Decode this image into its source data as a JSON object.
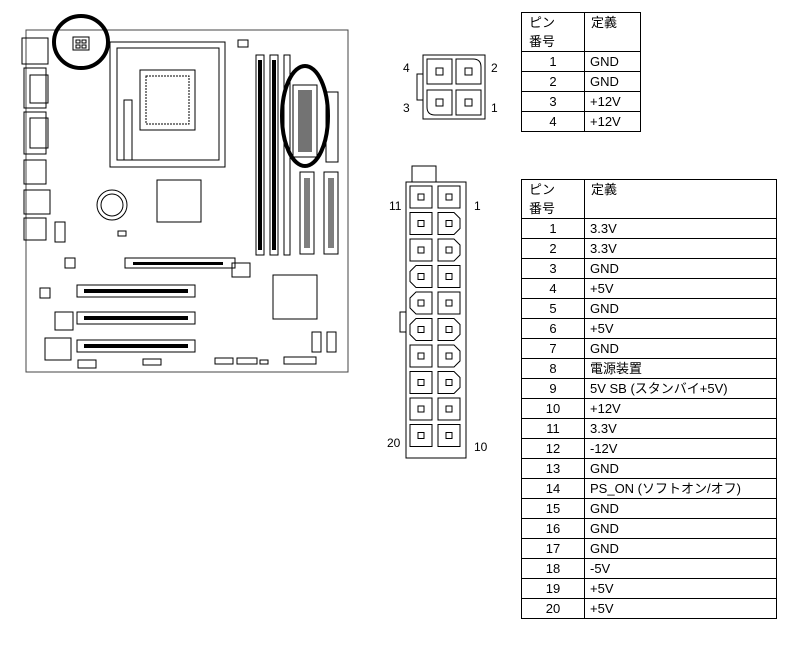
{
  "small_table": {
    "header_pin_line1": "ピン",
    "header_pin_line2": "番号",
    "header_def": "定義",
    "rows": [
      {
        "pin": "1",
        "def": "GND"
      },
      {
        "pin": "2",
        "def": "GND"
      },
      {
        "pin": "3",
        "def": "+12V"
      },
      {
        "pin": "4",
        "def": "+12V"
      }
    ]
  },
  "big_table": {
    "header_pin_line1": "ピン",
    "header_pin_line2": "番号",
    "header_def": "定義",
    "rows": [
      {
        "pin": "1",
        "def": "3.3V"
      },
      {
        "pin": "2",
        "def": "3.3V"
      },
      {
        "pin": "3",
        "def": "GND"
      },
      {
        "pin": "4",
        "def": "+5V"
      },
      {
        "pin": "5",
        "def": "GND"
      },
      {
        "pin": "6",
        "def": "+5V"
      },
      {
        "pin": "7",
        "def": "GND"
      },
      {
        "pin": "8",
        "def": "電源装置"
      },
      {
        "pin": "9",
        "def": "5V SB (スタンバイ+5V)"
      },
      {
        "pin": "10",
        "def": "+12V"
      },
      {
        "pin": "11",
        "def": "3.3V"
      },
      {
        "pin": "12",
        "def": "-12V"
      },
      {
        "pin": "13",
        "def": "GND"
      },
      {
        "pin": "14",
        "def": "PS_ON (ソフトオン/オフ)"
      },
      {
        "pin": "15",
        "def": "GND"
      },
      {
        "pin": "16",
        "def": "GND"
      },
      {
        "pin": "17",
        "def": "GND"
      },
      {
        "pin": "18",
        "def": "-5V"
      },
      {
        "pin": "19",
        "def": "+5V"
      },
      {
        "pin": "20",
        "def": "+5V"
      }
    ]
  },
  "connector4": {
    "labels": {
      "tl": "4",
      "tr": "2",
      "bl": "3",
      "br": "1"
    }
  },
  "connector20": {
    "labels": {
      "tl": "11",
      "tr": "1",
      "bl": "20",
      "br": "10"
    }
  }
}
